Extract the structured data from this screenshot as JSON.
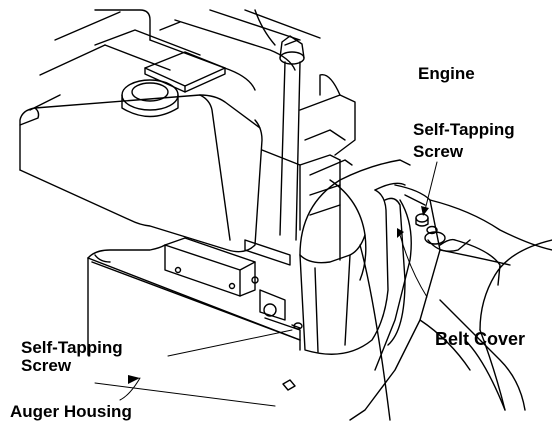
{
  "labels": {
    "engine": "Engine",
    "self_tapping_screw_top_line1": "Self-Tapping",
    "self_tapping_screw_top_line2": "Screw",
    "belt_cover": "Belt Cover",
    "self_tapping_screw_left_line1": "Self-Tapping",
    "self_tapping_screw_left_line2": "Screw",
    "auger_housing": "Auger Housing"
  }
}
